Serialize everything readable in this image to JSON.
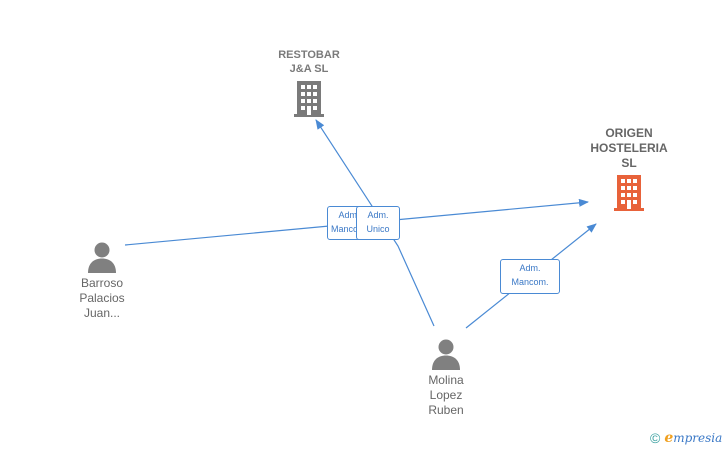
{
  "diagram": {
    "companies": [
      {
        "id": "restobar",
        "lines": [
          "RESTOBAR",
          "J&A  SL"
        ],
        "color": "#7a7a7a"
      },
      {
        "id": "origen",
        "lines": [
          "ORIGEN",
          "HOSTELERIA",
          "SL"
        ],
        "color": "#e8623a"
      }
    ],
    "people": [
      {
        "id": "barroso",
        "lines": [
          "Barroso",
          "Palacios",
          "Juan..."
        ]
      },
      {
        "id": "molina",
        "lines": [
          "Molina",
          "Lopez",
          "Ruben"
        ]
      }
    ],
    "relations": [
      {
        "id": "barroso-origen",
        "from": "barroso",
        "to": "origen",
        "label": [
          "Adm.",
          "Mancom."
        ]
      },
      {
        "id": "molina-restobar",
        "from": "molina",
        "to": "restobar",
        "label": [
          "Adm.",
          "Unico"
        ]
      },
      {
        "id": "molina-origen",
        "from": "molina",
        "to": "origen",
        "label": [
          "Adm.",
          "Mancom."
        ]
      }
    ],
    "edge_color": "#4a8ad4"
  },
  "brand": {
    "copyright_symbol": "©",
    "initial": "e",
    "name_rest": "mpresia"
  }
}
